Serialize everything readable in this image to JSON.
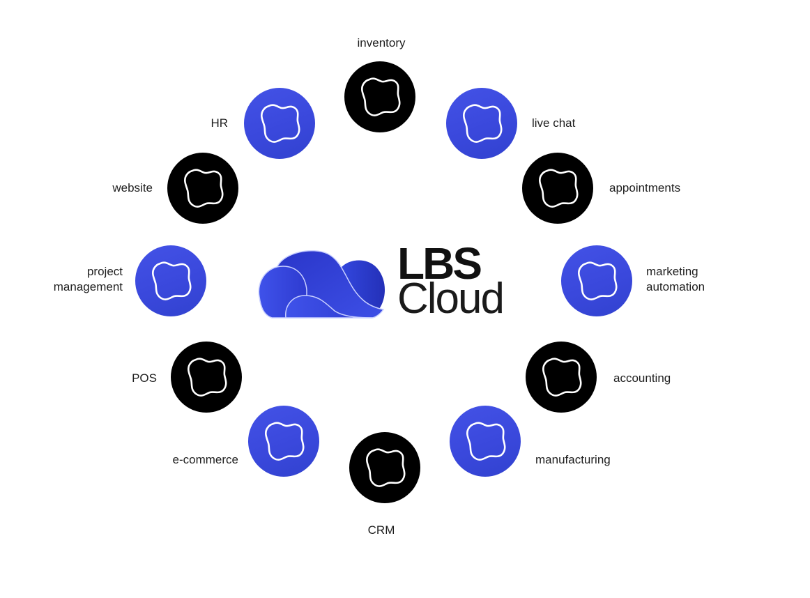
{
  "logo": {
    "icon": "cloud-icon",
    "brand_line1": "LBS",
    "brand_line2": "Cloud",
    "accent_color": "#3a48dc"
  },
  "modules": [
    {
      "label": "inventory",
      "style": "black",
      "icon": "blob-icon"
    },
    {
      "label": "live chat",
      "style": "blue",
      "icon": "blob-icon"
    },
    {
      "label": "appointments",
      "style": "black",
      "icon": "blob-icon"
    },
    {
      "label": "marketing automation",
      "line1": "marketing",
      "line2": "automation",
      "style": "blue",
      "icon": "blob-icon"
    },
    {
      "label": "accounting",
      "style": "black",
      "icon": "blob-icon"
    },
    {
      "label": "manufacturing",
      "style": "blue",
      "icon": "blob-icon"
    },
    {
      "label": "CRM",
      "style": "black",
      "icon": "blob-icon"
    },
    {
      "label": "e-commerce",
      "style": "blue",
      "icon": "blob-icon"
    },
    {
      "label": "POS",
      "style": "black",
      "icon": "blob-icon"
    },
    {
      "label": "project management",
      "line1": "project",
      "line2": "management",
      "style": "blue",
      "icon": "blob-icon"
    },
    {
      "label": "website",
      "style": "black",
      "icon": "blob-icon"
    },
    {
      "label": "HR",
      "style": "blue",
      "icon": "blob-icon"
    }
  ],
  "colors": {
    "blue": "#3a48dc",
    "black": "#000000",
    "text": "#1e1e1e"
  }
}
